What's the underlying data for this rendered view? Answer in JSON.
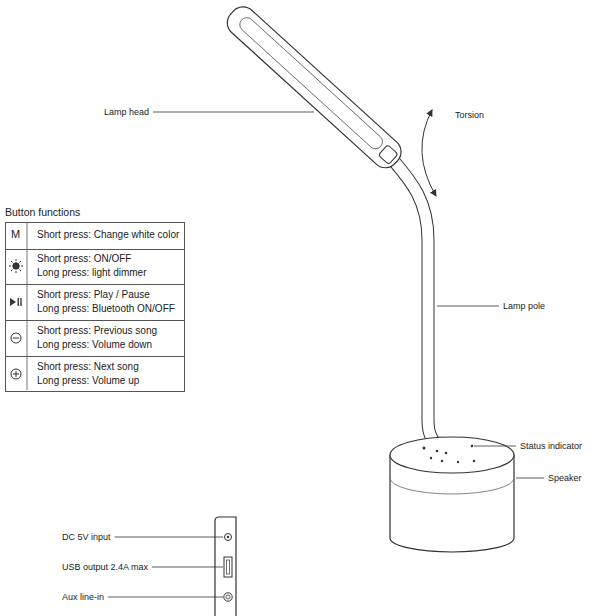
{
  "diagram": {
    "labels": [
      "Lamp head",
      "Torsion",
      "Button functions",
      "M",
      "Short press: Change white color",
      "Short press: ON/OFF",
      "Long press: light dimmer",
      "Short press: Play / Pause",
      "Long press: Bluetooth ON/OFF",
      "Short press: Previous song",
      "Long press: Volume down",
      "Short press: Next song",
      "Long press: Volume up",
      "Lamp pole",
      "Status indicator",
      "Speaker",
      "DC 5V input",
      "USB output 2.4A max",
      "Aux line-in"
    ]
  }
}
